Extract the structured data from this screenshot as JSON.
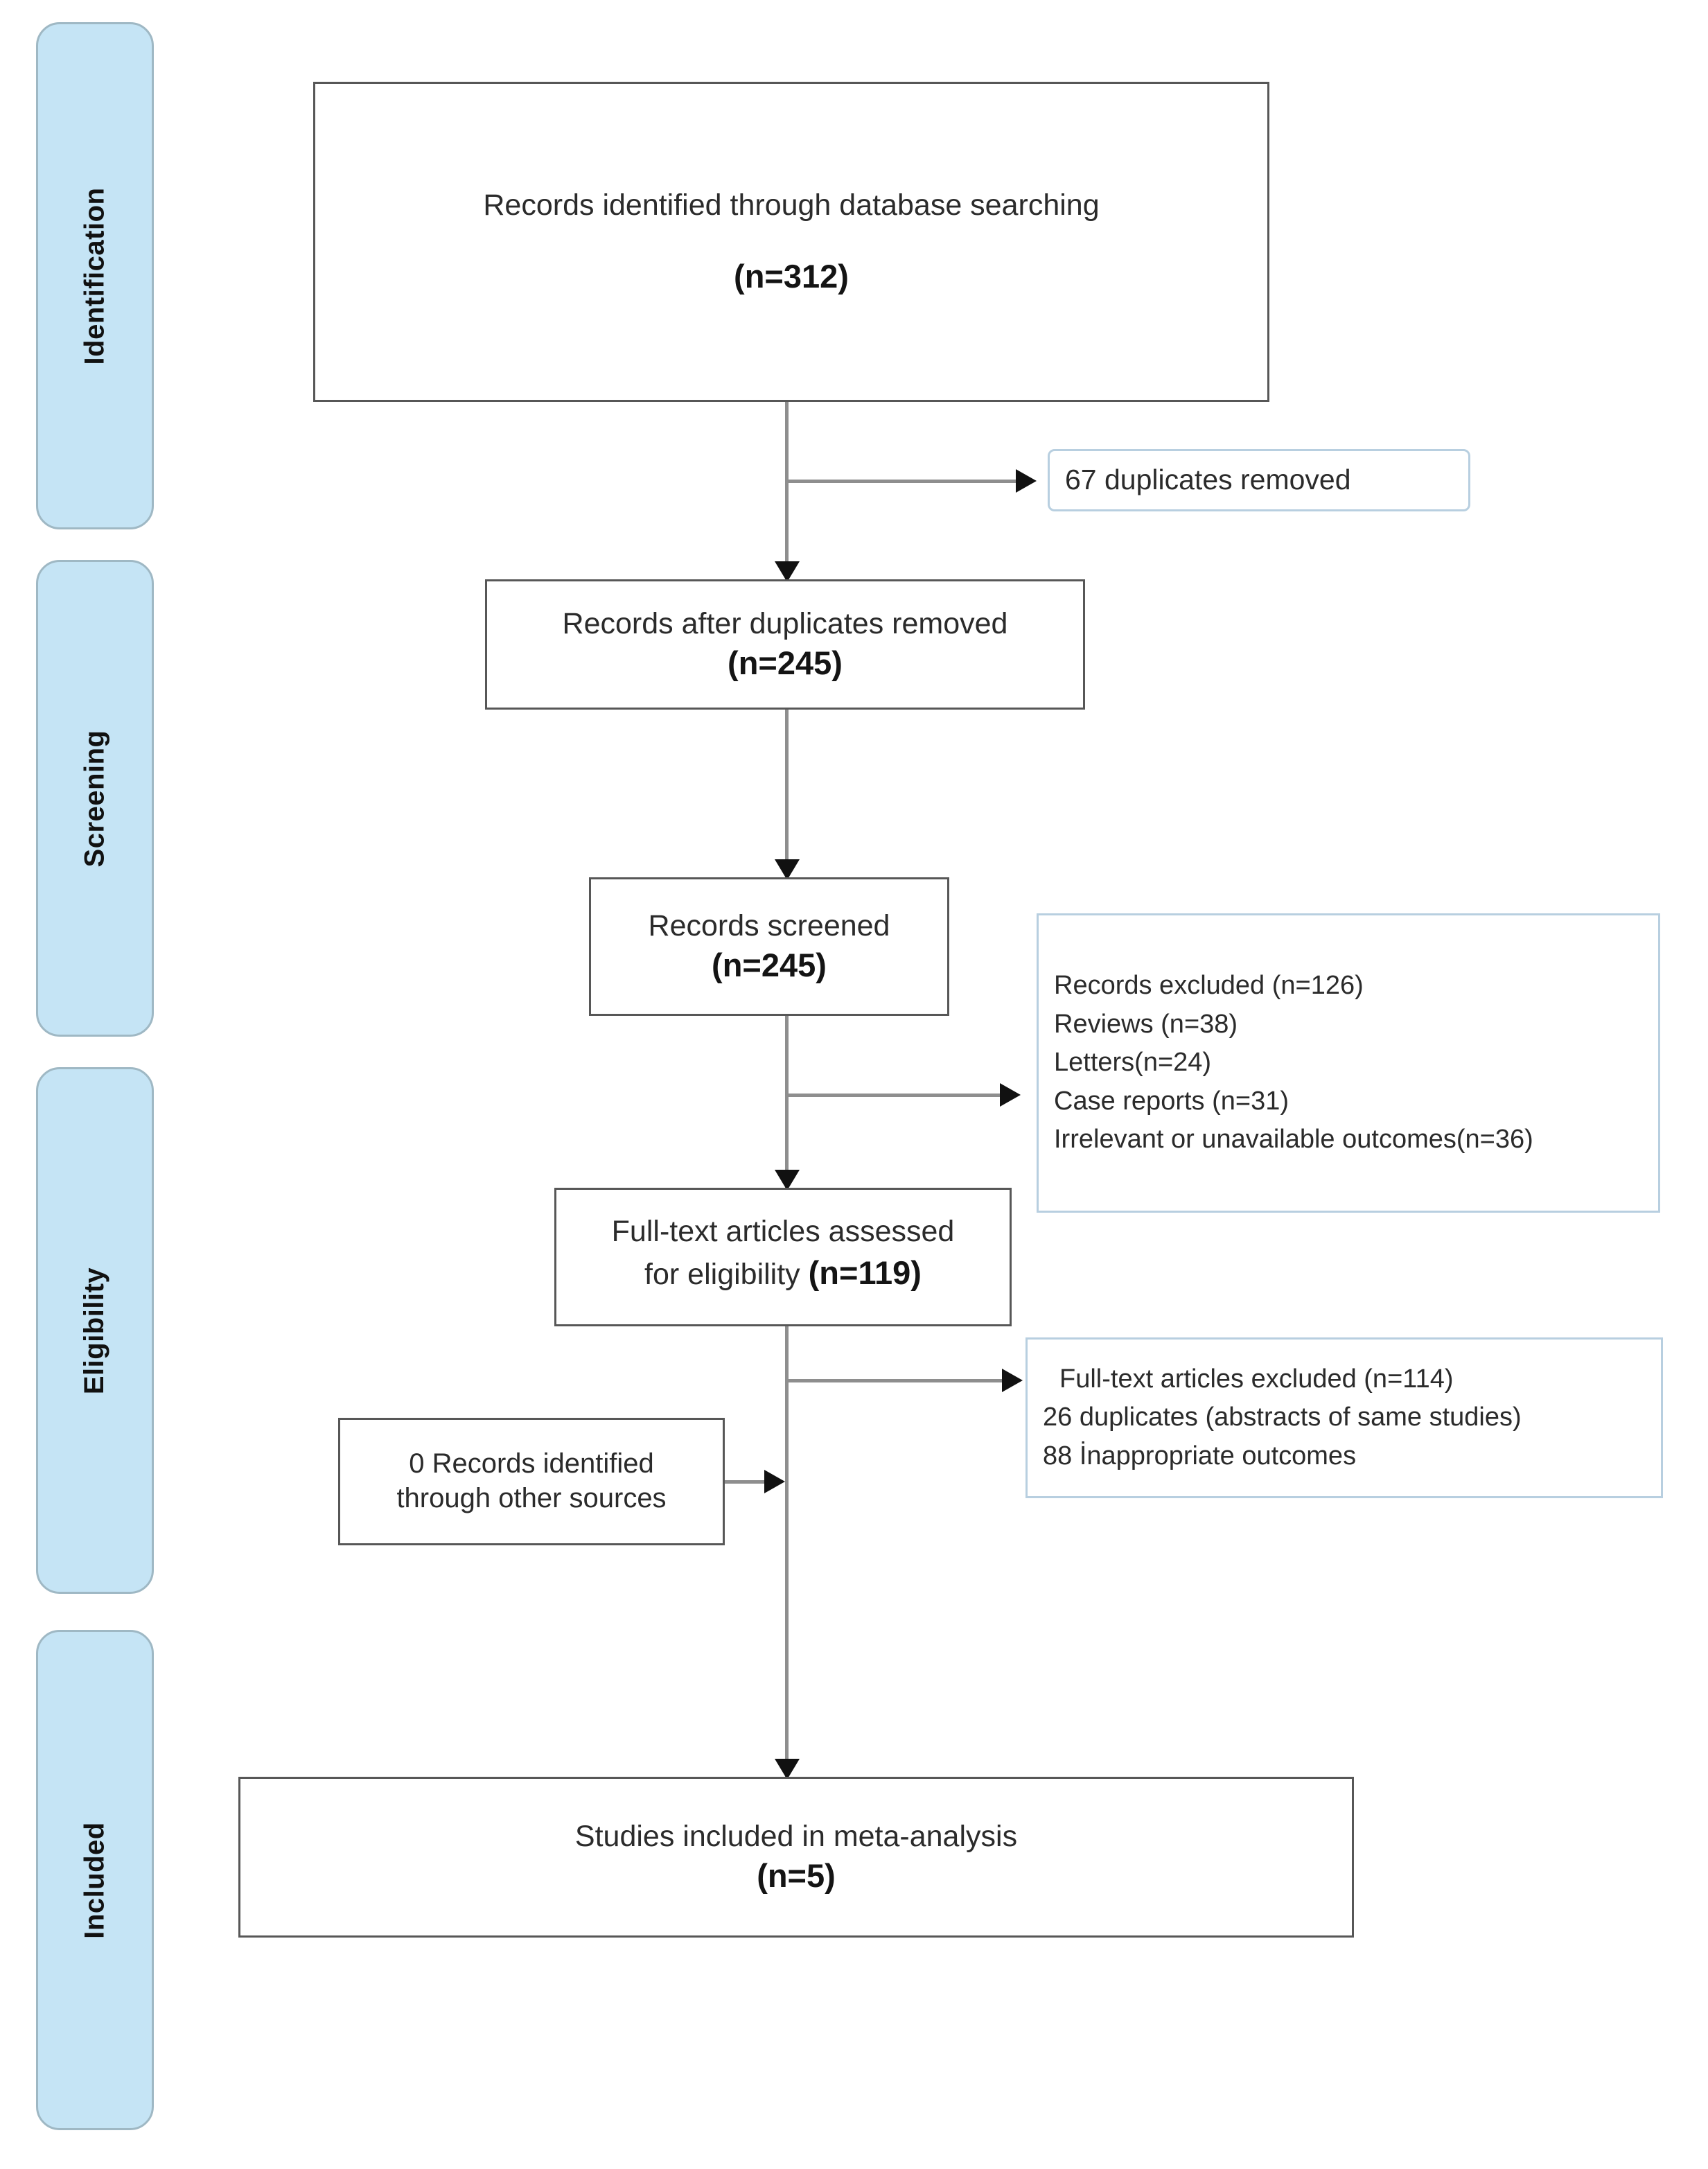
{
  "diagram": {
    "type": "PRISMA flow diagram",
    "phases": [
      {
        "id": "identification",
        "label": "Identification"
      },
      {
        "id": "screening",
        "label": "Screening"
      },
      {
        "id": "eligibility",
        "label": "Eligibility"
      },
      {
        "id": "included",
        "label": "Included"
      }
    ],
    "boxes": {
      "identified": {
        "text": "Records identified through database searching",
        "count": "(n=312)"
      },
      "after_duplicates": {
        "text": "Records after duplicates removed",
        "count": "(n=245)"
      },
      "screened": {
        "text": "Records screened",
        "count": "(n=245)"
      },
      "full_text_assessed": {
        "line1": "Full-text articles assessed",
        "line2_prefix": "for eligibility ",
        "count": "(n=119)"
      },
      "other_sources": {
        "line1": "0  Records identified",
        "line2": "through other sources"
      },
      "included": {
        "text": "Studies included in meta-analysis",
        "count": "(n=5)"
      }
    },
    "notes": {
      "duplicates_removed": {
        "text": "67 duplicates removed"
      },
      "records_excluded": {
        "lines": [
          "Records excluded (n=126)",
          "Reviews (n=38)",
          "Letters(n=24)",
          "Case reports (n=31)",
          "Irrelevant or unavailable outcomes(n=36)"
        ]
      },
      "fulltext_excluded": {
        "lines": [
          "Full-text articles excluded (n=114)",
          "26 duplicates (abstracts of same studies)",
          "88 İnappropriate outcomes"
        ]
      }
    },
    "colors": {
      "phase_fill": "#c5e4f5",
      "phase_border": "#9fb8c4",
      "box_border": "#575757",
      "note_border": "#b8cfe0",
      "connector": "#8e8e8e",
      "arrowhead": "#111111",
      "background": "#ffffff"
    }
  }
}
